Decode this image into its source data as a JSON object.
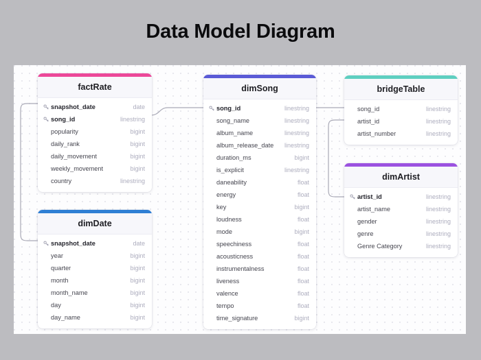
{
  "page": {
    "title": "Data Model Diagram",
    "background_color": "#bcbcc0",
    "canvas_color": "#fdfdfe"
  },
  "icons": {
    "primary_key": "key-icon"
  },
  "types": {
    "date": "date",
    "linestring": "linestring",
    "bigint": "bigint",
    "float": "float"
  },
  "tables": [
    {
      "id": "factRate",
      "name": "factRate",
      "accent_color": "#ec4899",
      "columns": [
        {
          "name": "snapshot_date",
          "type": "date",
          "pk": true
        },
        {
          "name": "song_id",
          "type": "linestring",
          "pk": true
        },
        {
          "name": "popularity",
          "type": "bigint",
          "pk": false
        },
        {
          "name": "daily_rank",
          "type": "bigint",
          "pk": false
        },
        {
          "name": "daily_movement",
          "type": "bigint",
          "pk": false
        },
        {
          "name": "weekly_movement",
          "type": "bigint",
          "pk": false
        },
        {
          "name": "country",
          "type": "linestring",
          "pk": false
        }
      ]
    },
    {
      "id": "dimDate",
      "name": "dimDate",
      "accent_color": "#2f7fd4",
      "columns": [
        {
          "name": "snapshot_date",
          "type": "date",
          "pk": true
        },
        {
          "name": "year",
          "type": "bigint",
          "pk": false
        },
        {
          "name": "quarter",
          "type": "bigint",
          "pk": false
        },
        {
          "name": "month",
          "type": "bigint",
          "pk": false
        },
        {
          "name": "month_name",
          "type": "bigint",
          "pk": false
        },
        {
          "name": "day",
          "type": "bigint",
          "pk": false
        },
        {
          "name": "day_name",
          "type": "bigint",
          "pk": false
        }
      ]
    },
    {
      "id": "dimSong",
      "name": "dimSong",
      "accent_color": "#5b5bd6",
      "columns": [
        {
          "name": "song_id",
          "type": "linestring",
          "pk": true
        },
        {
          "name": "song_name",
          "type": "linestring",
          "pk": false
        },
        {
          "name": "album_name",
          "type": "linestring",
          "pk": false
        },
        {
          "name": "album_release_date",
          "type": "linestring",
          "pk": false
        },
        {
          "name": "duration_ms",
          "type": "bigint",
          "pk": false
        },
        {
          "name": "is_explicit",
          "type": "linestring",
          "pk": false
        },
        {
          "name": "daneability",
          "type": "float",
          "pk": false
        },
        {
          "name": "energy",
          "type": "float",
          "pk": false
        },
        {
          "name": "key",
          "type": "bigint",
          "pk": false
        },
        {
          "name": "loudness",
          "type": "float",
          "pk": false
        },
        {
          "name": "mode",
          "type": "bigint",
          "pk": false
        },
        {
          "name": "speechiness",
          "type": "float",
          "pk": false
        },
        {
          "name": "acousticness",
          "type": "float",
          "pk": false
        },
        {
          "name": "instrumentalness",
          "type": "float",
          "pk": false
        },
        {
          "name": "liveness",
          "type": "float",
          "pk": false
        },
        {
          "name": "valence",
          "type": "float",
          "pk": false
        },
        {
          "name": "tempo",
          "type": "float",
          "pk": false
        },
        {
          "name": "time_signature",
          "type": "bigint",
          "pk": false
        }
      ]
    },
    {
      "id": "bridgeTable",
      "name": "bridgeTable",
      "accent_color": "#5ecfc0",
      "columns": [
        {
          "name": "song_id",
          "type": "linestring",
          "pk": false
        },
        {
          "name": "artist_id",
          "type": "linestring",
          "pk": false
        },
        {
          "name": "artist_number",
          "type": "linestring",
          "pk": false
        }
      ]
    },
    {
      "id": "dimArtist",
      "name": "dimArtist",
      "accent_color": "#9b51e0",
      "columns": [
        {
          "name": "artist_id",
          "type": "linestring",
          "pk": true
        },
        {
          "name": "artist_name",
          "type": "linestring",
          "pk": false
        },
        {
          "name": "gender",
          "type": "linestring",
          "pk": false
        },
        {
          "name": "genre",
          "type": "linestring",
          "pk": false
        },
        {
          "name": "Genre Category",
          "type": "linestring",
          "pk": false
        }
      ]
    }
  ],
  "relationships": [
    {
      "id": "factRate-dimSong",
      "from": "factRate.song_id",
      "to": "dimSong.song_id"
    },
    {
      "id": "factRate-dimDate",
      "from": "factRate.snapshot_date",
      "to": "dimDate.snapshot_date"
    },
    {
      "id": "dimSong-bridgeTable",
      "from": "dimSong.song_id",
      "to": "bridgeTable.song_id"
    },
    {
      "id": "bridgeTable-dimArtist",
      "from": "bridgeTable.artist_id",
      "to": "dimArtist.artist_id"
    }
  ]
}
